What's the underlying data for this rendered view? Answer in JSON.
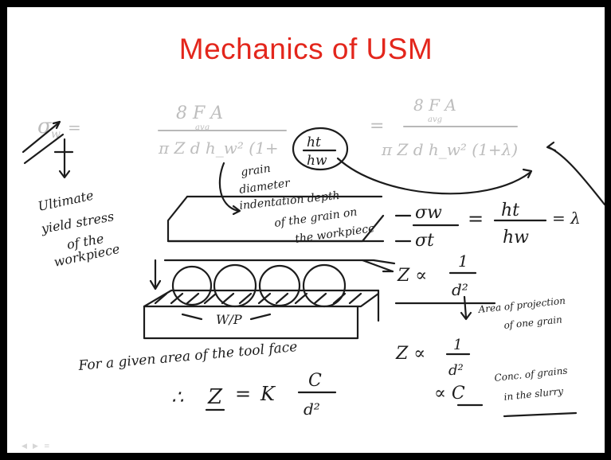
{
  "slide": {
    "title": "Mechanics of USM",
    "colors": {
      "title": "#e3261c",
      "ink": "#1c1c1c",
      "faded": "#bdbdbd",
      "background": "#ffffff"
    },
    "notes": {
      "ultimate_stress": [
        "Ultimate",
        "yield stress",
        "of the",
        "workpiece"
      ],
      "grain_labels": [
        "grain",
        "diameter",
        "indentation depth",
        "of the grain on",
        "the workpiece"
      ],
      "wp_label": "W/P",
      "ratio_lhs_top": "σw",
      "ratio_lhs_bottom": "σt",
      "ratio_rhs_top": "ht",
      "ratio_rhs_bottom": "hw",
      "ratio_tail": "= λ",
      "z_relation": "Z ∝",
      "one": "1",
      "d_squared": "d²",
      "area_note": [
        "Area of projection",
        "of one grain"
      ],
      "given_area_note": "For a given area of the tool face",
      "therefore_eq": "∴  Z = K C / d²",
      "z_relation_2": "Z ∝ 1/d²",
      "proportional_c": "∝ C",
      "conc_note": [
        "Conc. of grains",
        "in the slurry"
      ]
    },
    "navigation": {
      "icons": [
        "prev-icon",
        "next-icon",
        "menu-icon"
      ]
    }
  }
}
